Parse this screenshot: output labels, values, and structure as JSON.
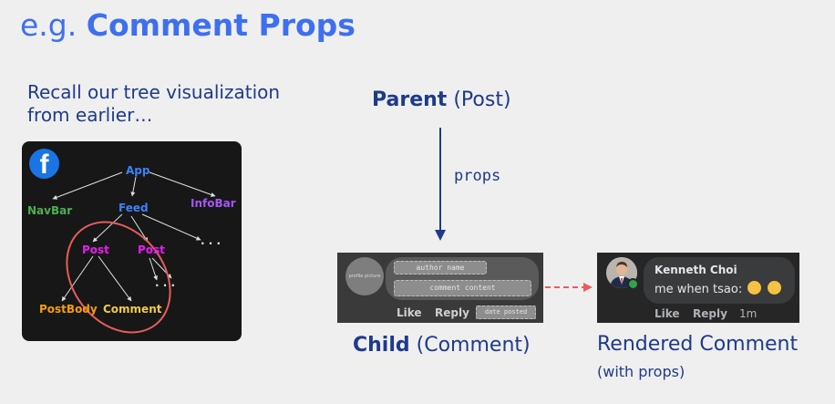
{
  "slide": {
    "title_prefix": "e.g.",
    "title_main": "Comment Props",
    "recall_text": "Recall our tree visualization from earlier…"
  },
  "tree": {
    "nodes": {
      "app": "App",
      "navbar": "NavBar",
      "feed": "Feed",
      "infobar": "InfoBar",
      "post1": "Post",
      "post2": "Post",
      "more_feed": ". . .",
      "more_post": ". . .",
      "postbody": "PostBody",
      "comment": "Comment"
    },
    "colors": {
      "app": "#3b82f6",
      "navbar": "#4caf50",
      "feed": "#3b82f6",
      "infobar": "#a855f7",
      "post": "#e81cf0",
      "postbody": "#f59e0b",
      "comment": "#f2c94c",
      "highlight": "#e85c5c"
    }
  },
  "flow": {
    "parent_bold": "Parent",
    "parent_rest": "(Post)",
    "props_label": "props",
    "child_bold": "Child",
    "child_rest": "(Comment)"
  },
  "wireframe": {
    "avatar_label": "profile picture",
    "author_field": "author name",
    "content_field": "comment content",
    "like": "Like",
    "reply": "Reply",
    "date_field": "date posted"
  },
  "rendered": {
    "name": "Kenneth Choi",
    "text": "me when tsao:",
    "like": "Like",
    "reply": "Reply",
    "time": "1m",
    "title": "Rendered Comment",
    "subtitle": "(with props)"
  }
}
